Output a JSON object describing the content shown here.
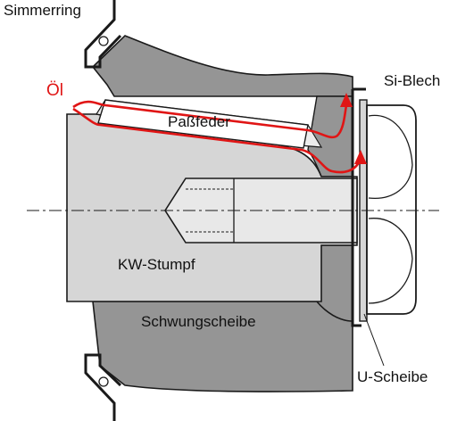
{
  "labels": {
    "simmerring": "Simmerring",
    "si_blech": "Si-Blech",
    "oel": "Öl",
    "passfeder": "Paßfeder",
    "kw_stumpf": "KW-Stumpf",
    "schwungscheibe": "Schwungscheibe",
    "u_scheibe": "U-Scheibe"
  },
  "colors": {
    "metal_dark": "#959595",
    "metal_light": "#d6d6d6",
    "outline": "#1a1a1a",
    "oil": "#e01515",
    "background": "#ffffff"
  }
}
